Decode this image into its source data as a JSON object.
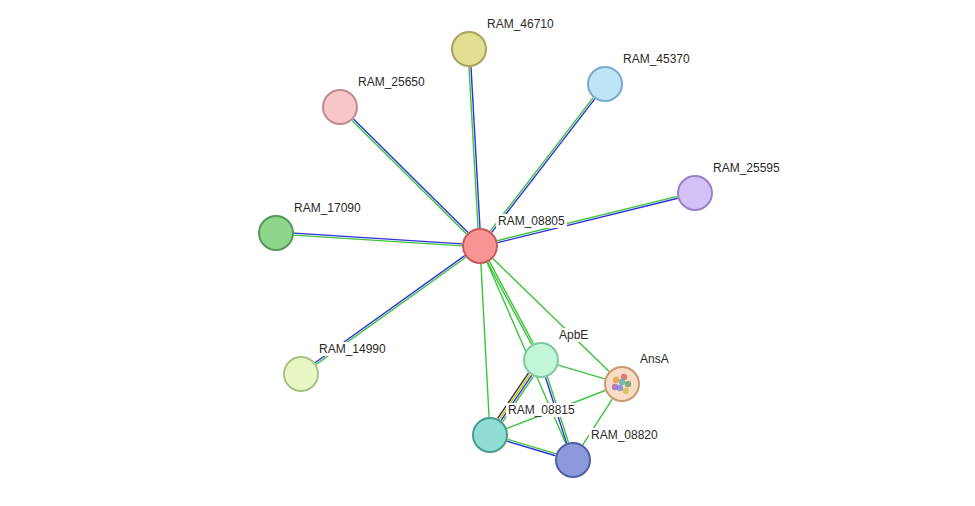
{
  "diagram": {
    "nodes": [
      {
        "text": [
          "RAM_46710"
        ]
      },
      {
        "text": [
          "RAM_45370"
        ]
      },
      {
        "text": [
          "RAM_25650"
        ]
      },
      {
        "text": [
          "RAM_25595"
        ]
      },
      {
        "text": [
          "RAM_17090"
        ]
      },
      {
        "text": [
          "RAM_08805"
        ]
      },
      {
        "text": [
          "RAM_14990"
        ]
      },
      {
        "text": [
          "ApbE"
        ]
      },
      {
        "text": [
          "AnsA"
        ]
      },
      {
        "text": [
          "RAM_08815"
        ]
      },
      {
        "text": [
          "RAM_08820"
        ]
      }
    ],
    "edges": [
      {
        "from": 5,
        "to": 0,
        "arrow": "none"
      },
      {
        "from": 5,
        "to": 1,
        "arrow": "none"
      },
      {
        "from": 5,
        "to": 2,
        "arrow": "none"
      },
      {
        "from": 5,
        "to": 3,
        "arrow": "none"
      },
      {
        "from": 5,
        "to": 4,
        "arrow": "none"
      },
      {
        "from": 5,
        "to": 6,
        "arrow": "none"
      },
      {
        "from": 5,
        "to": 7,
        "arrow": "none"
      },
      {
        "from": 5,
        "to": 8,
        "arrow": "none"
      },
      {
        "from": 5,
        "to": 9,
        "arrow": "none"
      },
      {
        "from": 5,
        "to": 10,
        "arrow": "none"
      },
      {
        "from": 7,
        "to": 8,
        "arrow": "none"
      },
      {
        "from": 7,
        "to": 9,
        "arrow": "none"
      },
      {
        "from": 7,
        "to": 10,
        "arrow": "none"
      },
      {
        "from": 8,
        "to": 9,
        "arrow": "none"
      },
      {
        "from": 8,
        "to": 10,
        "arrow": "none"
      },
      {
        "from": 9,
        "to": 10,
        "arrow": "none"
      }
    ]
  }
}
